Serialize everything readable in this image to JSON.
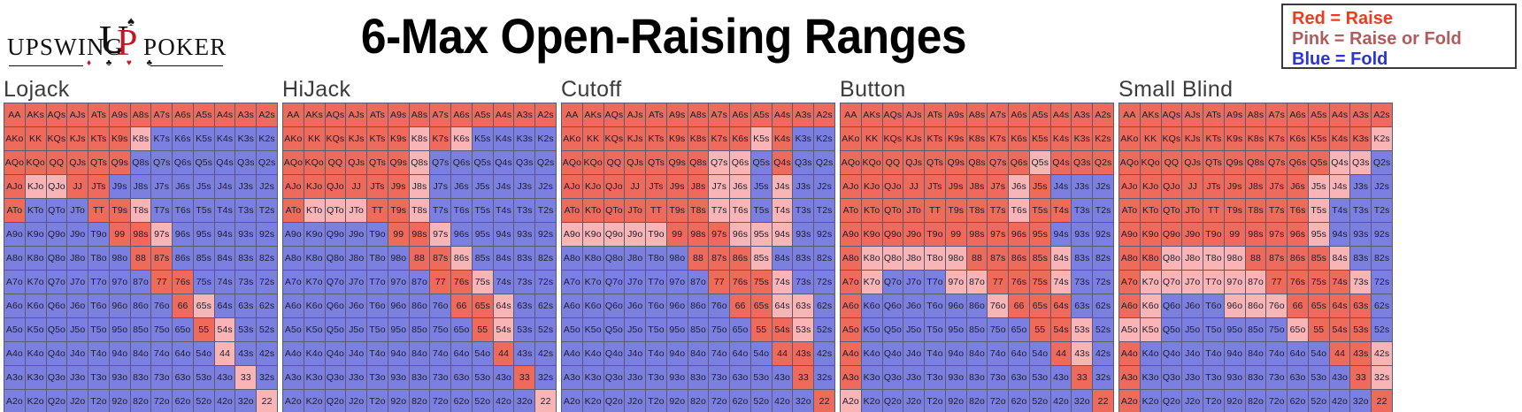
{
  "title": "6-Max Open-Raising Ranges",
  "logo": {
    "left_word": "UPSWING",
    "right_word": "POKER",
    "mark_u": "U",
    "mark_p": "P",
    "suits": [
      "♦",
      "♣",
      "♥",
      "♣"
    ]
  },
  "legend": {
    "items": [
      {
        "text": "Red = Raise",
        "color": "#f23a1e"
      },
      {
        "text": "Pink = Raise or Fold",
        "color": "#b05c5c"
      },
      {
        "text": "Blue = Fold",
        "color": "#2a35d8"
      }
    ]
  },
  "colors": {
    "raise": "#ee6a5a",
    "raise_or_fold": "#f9b5b5",
    "fold": "#7b80e0",
    "border": "#5a5a72"
  },
  "labels": [
    [
      "AA",
      "AKs",
      "AQs",
      "AJs",
      "ATs",
      "A9s",
      "A8s",
      "A7s",
      "A6s",
      "A5s",
      "A4s",
      "A3s",
      "A2s"
    ],
    [
      "AKo",
      "KK",
      "KQs",
      "KJs",
      "KTs",
      "K9s",
      "K8s",
      "K7s",
      "K6s",
      "K5s",
      "K4s",
      "K3s",
      "K2s"
    ],
    [
      "AQo",
      "KQo",
      "QQ",
      "QJs",
      "QTs",
      "Q9s",
      "Q8s",
      "Q7s",
      "Q6s",
      "Q5s",
      "Q4s",
      "Q3s",
      "Q2s"
    ],
    [
      "AJo",
      "KJo",
      "QJo",
      "JJ",
      "JTs",
      "J9s",
      "J8s",
      "J7s",
      "J6s",
      "J5s",
      "J4s",
      "J3s",
      "J2s"
    ],
    [
      "ATo",
      "KTo",
      "QTo",
      "JTo",
      "TT",
      "T9s",
      "T8s",
      "T7s",
      "T6s",
      "T5s",
      "T4s",
      "T3s",
      "T2s"
    ],
    [
      "A9o",
      "K9o",
      "Q9o",
      "J9o",
      "T9o",
      "99",
      "98s",
      "97s",
      "96s",
      "95s",
      "94s",
      "93s",
      "92s"
    ],
    [
      "A8o",
      "K8o",
      "Q8o",
      "J8o",
      "T8o",
      "98o",
      "88",
      "87s",
      "86s",
      "85s",
      "84s",
      "83s",
      "82s"
    ],
    [
      "A7o",
      "K7o",
      "Q7o",
      "J7o",
      "T7o",
      "97o",
      "87o",
      "77",
      "76s",
      "75s",
      "74s",
      "73s",
      "72s"
    ],
    [
      "A6o",
      "K6o",
      "Q6o",
      "J6o",
      "T6o",
      "96o",
      "86o",
      "76o",
      "66",
      "65s",
      "64s",
      "63s",
      "62s"
    ],
    [
      "A5o",
      "K5o",
      "Q5o",
      "J5o",
      "T5o",
      "95o",
      "85o",
      "75o",
      "65o",
      "55",
      "54s",
      "53s",
      "52s"
    ],
    [
      "A4o",
      "K4o",
      "Q4o",
      "J4o",
      "T4o",
      "94o",
      "84o",
      "74o",
      "64o",
      "54o",
      "44",
      "43s",
      "42s"
    ],
    [
      "A3o",
      "K3o",
      "Q3o",
      "J3o",
      "T3o",
      "93o",
      "83o",
      "73o",
      "63o",
      "53o",
      "43o",
      "33",
      "32s"
    ],
    [
      "A2o",
      "K2o",
      "Q2o",
      "J2o",
      "T2o",
      "92o",
      "82o",
      "72o",
      "62o",
      "52o",
      "42o",
      "32o",
      "22"
    ]
  ],
  "ranges": [
    {
      "name": "Lojack",
      "cells": [
        [
          "R",
          "R",
          "R",
          "R",
          "R",
          "R",
          "R",
          "R",
          "R",
          "R",
          "R",
          "R",
          "R"
        ],
        [
          "R",
          "R",
          "R",
          "R",
          "R",
          "R",
          "P",
          "B",
          "B",
          "B",
          "B",
          "B",
          "B"
        ],
        [
          "R",
          "R",
          "R",
          "R",
          "R",
          "R",
          "B",
          "B",
          "B",
          "B",
          "B",
          "B",
          "B"
        ],
        [
          "R",
          "P",
          "P",
          "R",
          "R",
          "B",
          "B",
          "B",
          "B",
          "B",
          "B",
          "B",
          "B"
        ],
        [
          "R",
          "B",
          "B",
          "B",
          "R",
          "R",
          "P",
          "B",
          "B",
          "B",
          "B",
          "B",
          "B"
        ],
        [
          "B",
          "B",
          "B",
          "B",
          "B",
          "R",
          "R",
          "P",
          "B",
          "B",
          "B",
          "B",
          "B"
        ],
        [
          "B",
          "B",
          "B",
          "B",
          "B",
          "B",
          "R",
          "R",
          "B",
          "B",
          "B",
          "B",
          "B"
        ],
        [
          "B",
          "B",
          "B",
          "B",
          "B",
          "B",
          "B",
          "R",
          "R",
          "B",
          "B",
          "B",
          "B"
        ],
        [
          "B",
          "B",
          "B",
          "B",
          "B",
          "B",
          "B",
          "B",
          "R",
          "P",
          "B",
          "B",
          "B"
        ],
        [
          "B",
          "B",
          "B",
          "B",
          "B",
          "B",
          "B",
          "B",
          "B",
          "R",
          "P",
          "B",
          "B"
        ],
        [
          "B",
          "B",
          "B",
          "B",
          "B",
          "B",
          "B",
          "B",
          "B",
          "B",
          "P",
          "B",
          "B"
        ],
        [
          "B",
          "B",
          "B",
          "B",
          "B",
          "B",
          "B",
          "B",
          "B",
          "B",
          "B",
          "P",
          "B"
        ],
        [
          "B",
          "B",
          "B",
          "B",
          "B",
          "B",
          "B",
          "B",
          "B",
          "B",
          "B",
          "B",
          "P"
        ]
      ]
    },
    {
      "name": "HiJack",
      "cells": [
        [
          "R",
          "R",
          "R",
          "R",
          "R",
          "R",
          "R",
          "R",
          "R",
          "R",
          "R",
          "R",
          "R"
        ],
        [
          "R",
          "R",
          "R",
          "R",
          "R",
          "R",
          "P",
          "R",
          "P",
          "B",
          "B",
          "B",
          "B"
        ],
        [
          "R",
          "R",
          "R",
          "R",
          "R",
          "R",
          "P",
          "B",
          "B",
          "B",
          "B",
          "B",
          "B"
        ],
        [
          "R",
          "R",
          "R",
          "R",
          "R",
          "R",
          "P",
          "B",
          "B",
          "B",
          "B",
          "B",
          "B"
        ],
        [
          "R",
          "P",
          "P",
          "P",
          "R",
          "R",
          "P",
          "B",
          "B",
          "B",
          "B",
          "B",
          "B"
        ],
        [
          "B",
          "B",
          "B",
          "B",
          "B",
          "R",
          "R",
          "P",
          "B",
          "B",
          "B",
          "B",
          "B"
        ],
        [
          "B",
          "B",
          "B",
          "B",
          "B",
          "B",
          "R",
          "R",
          "P",
          "B",
          "B",
          "B",
          "B"
        ],
        [
          "B",
          "B",
          "B",
          "B",
          "B",
          "B",
          "B",
          "R",
          "R",
          "P",
          "B",
          "B",
          "B"
        ],
        [
          "B",
          "B",
          "B",
          "B",
          "B",
          "B",
          "B",
          "B",
          "R",
          "R",
          "P",
          "B",
          "B"
        ],
        [
          "B",
          "B",
          "B",
          "B",
          "B",
          "B",
          "B",
          "B",
          "B",
          "R",
          "P",
          "B",
          "B"
        ],
        [
          "B",
          "B",
          "B",
          "B",
          "B",
          "B",
          "B",
          "B",
          "B",
          "B",
          "R",
          "B",
          "B"
        ],
        [
          "B",
          "B",
          "B",
          "B",
          "B",
          "B",
          "B",
          "B",
          "B",
          "B",
          "B",
          "R",
          "B"
        ],
        [
          "B",
          "B",
          "B",
          "B",
          "B",
          "B",
          "B",
          "B",
          "B",
          "B",
          "B",
          "B",
          "P"
        ]
      ]
    },
    {
      "name": "Cutoff",
      "cells": [
        [
          "R",
          "R",
          "R",
          "R",
          "R",
          "R",
          "R",
          "R",
          "R",
          "R",
          "R",
          "R",
          "R"
        ],
        [
          "R",
          "R",
          "R",
          "R",
          "R",
          "R",
          "R",
          "R",
          "R",
          "P",
          "R",
          "B",
          "B"
        ],
        [
          "R",
          "R",
          "R",
          "R",
          "R",
          "R",
          "R",
          "P",
          "P",
          "B",
          "R",
          "B",
          "B"
        ],
        [
          "R",
          "R",
          "R",
          "R",
          "R",
          "R",
          "R",
          "P",
          "P",
          "B",
          "P",
          "B",
          "B"
        ],
        [
          "R",
          "R",
          "R",
          "R",
          "R",
          "R",
          "R",
          "P",
          "P",
          "B",
          "P",
          "B",
          "B"
        ],
        [
          "P",
          "P",
          "P",
          "P",
          "P",
          "R",
          "R",
          "R",
          "P",
          "P",
          "P",
          "B",
          "B"
        ],
        [
          "B",
          "B",
          "B",
          "B",
          "B",
          "B",
          "R",
          "R",
          "R",
          "P",
          "B",
          "B",
          "B"
        ],
        [
          "B",
          "B",
          "B",
          "B",
          "B",
          "B",
          "B",
          "R",
          "R",
          "R",
          "P",
          "B",
          "B"
        ],
        [
          "B",
          "B",
          "B",
          "B",
          "B",
          "B",
          "B",
          "B",
          "R",
          "R",
          "P",
          "P",
          "B"
        ],
        [
          "B",
          "B",
          "B",
          "B",
          "B",
          "B",
          "B",
          "B",
          "B",
          "R",
          "R",
          "P",
          "B"
        ],
        [
          "B",
          "B",
          "B",
          "B",
          "B",
          "B",
          "B",
          "B",
          "B",
          "B",
          "R",
          "R",
          "B"
        ],
        [
          "B",
          "B",
          "B",
          "B",
          "B",
          "B",
          "B",
          "B",
          "B",
          "B",
          "B",
          "R",
          "B"
        ],
        [
          "B",
          "B",
          "B",
          "B",
          "B",
          "B",
          "B",
          "B",
          "B",
          "B",
          "B",
          "B",
          "R"
        ]
      ]
    },
    {
      "name": "Button",
      "cells": [
        [
          "R",
          "R",
          "R",
          "R",
          "R",
          "R",
          "R",
          "R",
          "R",
          "R",
          "R",
          "R",
          "R"
        ],
        [
          "R",
          "R",
          "R",
          "R",
          "R",
          "R",
          "R",
          "R",
          "R",
          "R",
          "R",
          "R",
          "R"
        ],
        [
          "R",
          "R",
          "R",
          "R",
          "R",
          "R",
          "R",
          "R",
          "R",
          "P",
          "R",
          "R",
          "R"
        ],
        [
          "R",
          "R",
          "R",
          "R",
          "R",
          "R",
          "R",
          "R",
          "P",
          "R",
          "B",
          "B",
          "B"
        ],
        [
          "R",
          "R",
          "R",
          "R",
          "R",
          "R",
          "R",
          "R",
          "P",
          "R",
          "R",
          "B",
          "B"
        ],
        [
          "R",
          "R",
          "R",
          "R",
          "R",
          "R",
          "R",
          "R",
          "R",
          "R",
          "B",
          "B",
          "B"
        ],
        [
          "R",
          "P",
          "P",
          "P",
          "P",
          "P",
          "R",
          "R",
          "R",
          "R",
          "P",
          "B",
          "B"
        ],
        [
          "R",
          "P",
          "B",
          "B",
          "B",
          "P",
          "P",
          "R",
          "R",
          "R",
          "P",
          "B",
          "B"
        ],
        [
          "R",
          "B",
          "B",
          "B",
          "B",
          "B",
          "B",
          "P",
          "R",
          "R",
          "R",
          "B",
          "B"
        ],
        [
          "R",
          "B",
          "B",
          "B",
          "B",
          "B",
          "B",
          "B",
          "B",
          "R",
          "R",
          "P",
          "B"
        ],
        [
          "R",
          "B",
          "B",
          "B",
          "B",
          "B",
          "B",
          "B",
          "B",
          "B",
          "R",
          "P",
          "B"
        ],
        [
          "R",
          "B",
          "B",
          "B",
          "B",
          "B",
          "B",
          "B",
          "B",
          "B",
          "B",
          "R",
          "B"
        ],
        [
          "P",
          "B",
          "B",
          "B",
          "B",
          "B",
          "B",
          "B",
          "B",
          "B",
          "B",
          "B",
          "R"
        ]
      ]
    },
    {
      "name": "Small Blind",
      "cells": [
        [
          "R",
          "R",
          "R",
          "R",
          "R",
          "R",
          "R",
          "R",
          "R",
          "R",
          "R",
          "R",
          "R"
        ],
        [
          "R",
          "R",
          "R",
          "R",
          "R",
          "R",
          "R",
          "R",
          "R",
          "R",
          "R",
          "R",
          "P"
        ],
        [
          "R",
          "R",
          "R",
          "R",
          "R",
          "R",
          "R",
          "R",
          "R",
          "R",
          "P",
          "P",
          "B"
        ],
        [
          "R",
          "R",
          "R",
          "R",
          "R",
          "R",
          "R",
          "R",
          "R",
          "P",
          "P",
          "B",
          "B"
        ],
        [
          "R",
          "R",
          "R",
          "R",
          "R",
          "R",
          "R",
          "R",
          "R",
          "P",
          "B",
          "B",
          "B"
        ],
        [
          "R",
          "R",
          "R",
          "R",
          "R",
          "R",
          "R",
          "R",
          "R",
          "P",
          "B",
          "B",
          "B"
        ],
        [
          "R",
          "R",
          "P",
          "P",
          "P",
          "P",
          "R",
          "R",
          "R",
          "R",
          "P",
          "B",
          "B"
        ],
        [
          "R",
          "P",
          "P",
          "P",
          "P",
          "P",
          "P",
          "R",
          "R",
          "R",
          "R",
          "P",
          "B"
        ],
        [
          "R",
          "P",
          "B",
          "B",
          "B",
          "P",
          "P",
          "P",
          "R",
          "R",
          "R",
          "R",
          "B"
        ],
        [
          "P",
          "P",
          "B",
          "B",
          "B",
          "B",
          "B",
          "B",
          "P",
          "R",
          "R",
          "R",
          "B"
        ],
        [
          "R",
          "B",
          "B",
          "B",
          "B",
          "B",
          "B",
          "B",
          "B",
          "B",
          "R",
          "R",
          "P"
        ],
        [
          "R",
          "B",
          "B",
          "B",
          "B",
          "B",
          "B",
          "B",
          "B",
          "B",
          "B",
          "R",
          "P"
        ],
        [
          "R",
          "B",
          "B",
          "B",
          "B",
          "B",
          "B",
          "B",
          "B",
          "B",
          "B",
          "B",
          "R"
        ]
      ]
    }
  ]
}
